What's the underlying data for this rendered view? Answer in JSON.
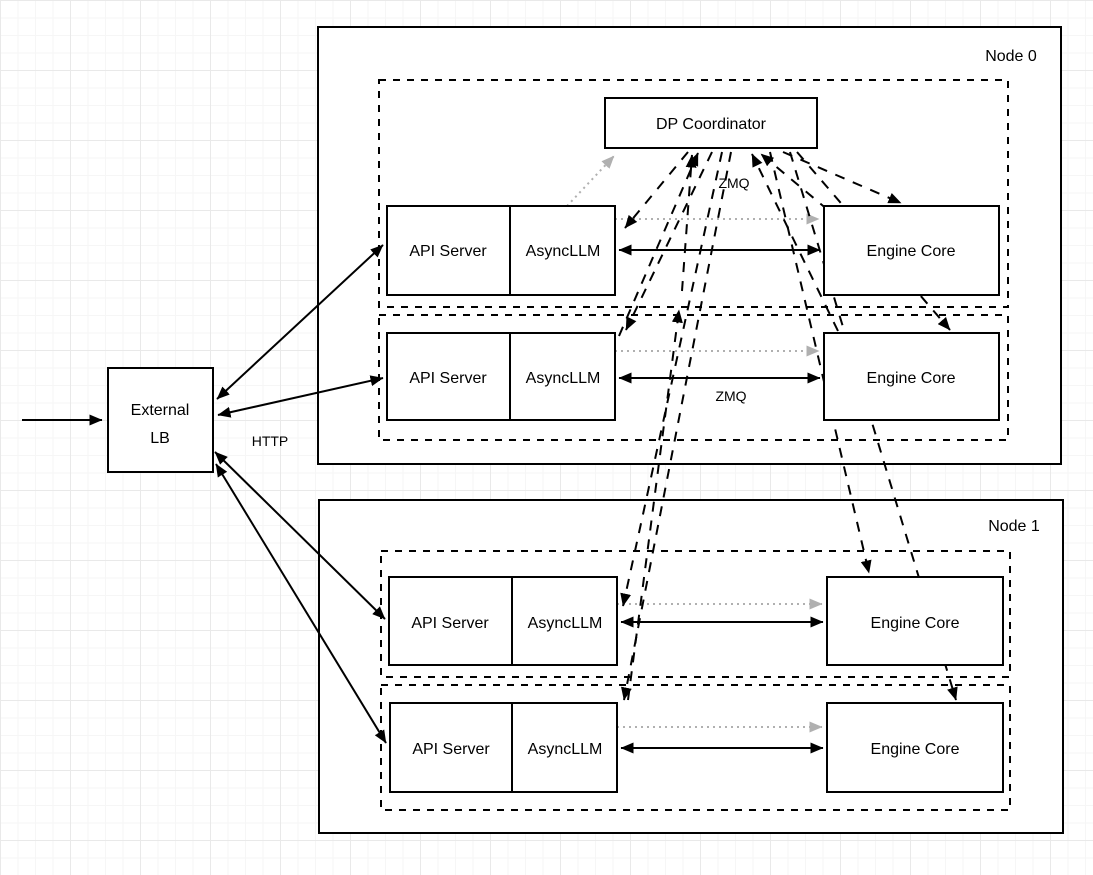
{
  "diagram": {
    "title_labels": {
      "node0": "Node 0",
      "node1": "Node 1"
    },
    "external_lb": {
      "label_line1": "External",
      "label_line2": "LB"
    },
    "edge_labels": {
      "http": "HTTP",
      "zmq_top": "ZMQ",
      "zmq_mid": "ZMQ"
    },
    "dp_coordinator": {
      "label": "DP Coordinator"
    },
    "node0": {
      "label": "Node 0",
      "rows": [
        {
          "api": "API Server",
          "async": "AsyncLLM",
          "engine": "Engine Core"
        },
        {
          "api": "API Server",
          "async": "AsyncLLM",
          "engine": "Engine Core"
        }
      ]
    },
    "node1": {
      "label": "Node 1",
      "rows": [
        {
          "api": "API Server",
          "async": "AsyncLLM",
          "engine": "Engine Core"
        },
        {
          "api": "API Server",
          "async": "AsyncLLM",
          "engine": "Engine Core"
        }
      ]
    },
    "colors": {
      "stroke": "#000000",
      "gray_connector": "#b0b0b0",
      "box_fill": "#ffffff"
    }
  }
}
